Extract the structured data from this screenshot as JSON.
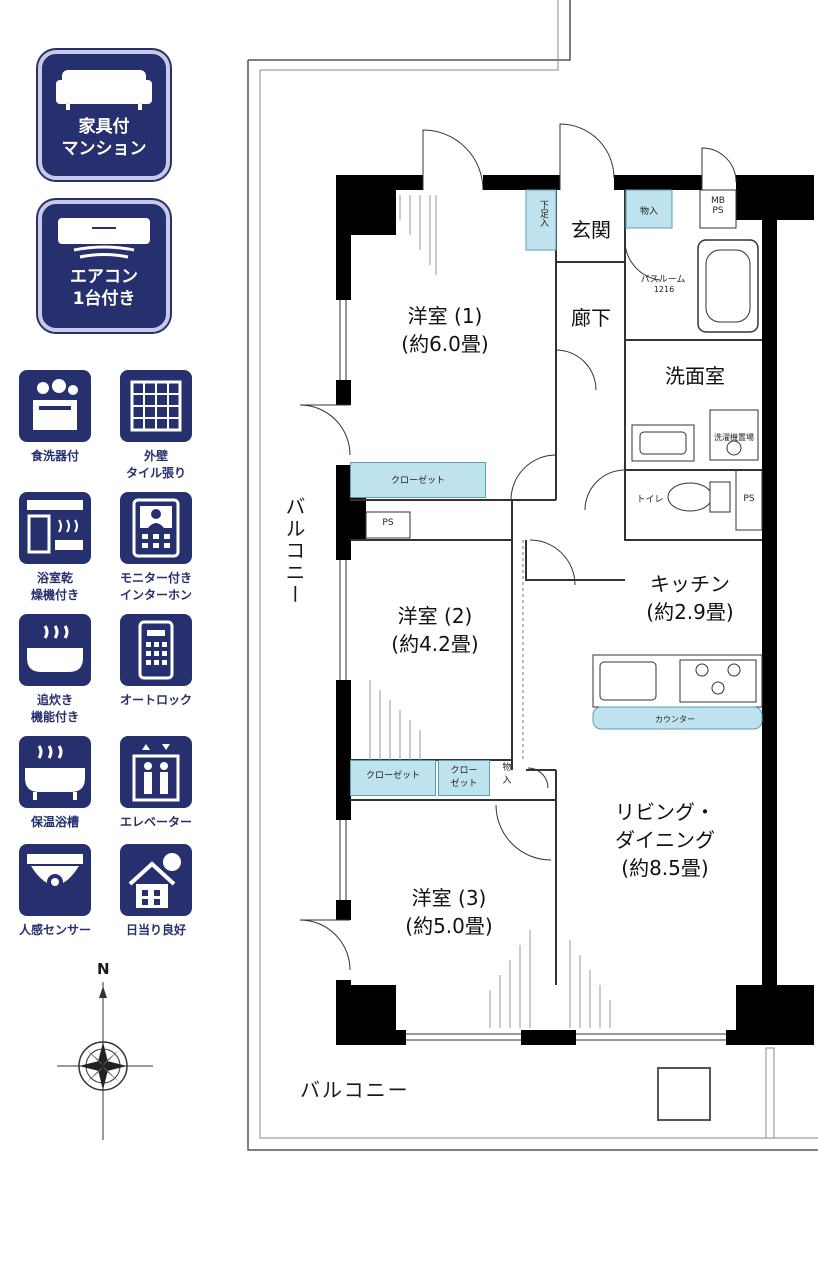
{
  "badges": {
    "furniture": [
      "家具付",
      "マンション"
    ],
    "aircon": [
      "エアコン",
      "1台付き"
    ]
  },
  "features": [
    {
      "icon": "dishwasher-icon",
      "label": "食洗器付"
    },
    {
      "icon": "tile-wall-icon",
      "label": "外壁\nタイル張り"
    },
    {
      "icon": "bathroom-dryer-icon",
      "label": "浴室乾\n燥機付き"
    },
    {
      "icon": "monitor-intercom-icon",
      "label": "モニター付き\nインターホン"
    },
    {
      "icon": "reheat-bath-icon",
      "label": "追炊き\n機能付き"
    },
    {
      "icon": "auto-lock-icon",
      "label": "オートロック"
    },
    {
      "icon": "insulated-bathtub-icon",
      "label": "保温浴槽"
    },
    {
      "icon": "elevator-icon",
      "label": "エレベーター"
    },
    {
      "icon": "motion-sensor-icon",
      "label": "人感センサー"
    },
    {
      "icon": "sunny-house-icon",
      "label": "日当り良好"
    }
  ],
  "compass": {
    "north": "N"
  },
  "plan": {
    "rooms": {
      "western1": [
        "洋室 (1)",
        "(約6.0畳)"
      ],
      "western2": [
        "洋室 (2)",
        "(約4.2畳)"
      ],
      "western3": [
        "洋室 (3)",
        "(約5.0畳)"
      ],
      "kitchen": [
        "キッチン",
        "(約2.9畳)"
      ],
      "living": [
        "リビング・",
        "ダイニング",
        "(約8.5畳)"
      ],
      "entrance": "玄関",
      "hallway": "廊下",
      "washroom": "洗面室"
    },
    "labels": {
      "shoe_box": "下足入",
      "storage_top": "物入",
      "mb_ps": "MB\nPS",
      "bathroom": "バスルーム",
      "bath_size": "1216",
      "washer_space": "洗濯機置場",
      "toilet": "トイレ",
      "ps_toilet": "PS",
      "ps_room": "PS",
      "closet1": "クローゼット",
      "closet2": "クローゼット",
      "closet3": "クロー\nゼット",
      "storage_mid": "物\n入",
      "counter": "カウンター",
      "balcony_left": "バルコニー",
      "balcony_bottom": "バルコニー"
    }
  },
  "colors": {
    "navy": "#27306e",
    "wall": "#000000",
    "closet": "#bfe3ee"
  }
}
